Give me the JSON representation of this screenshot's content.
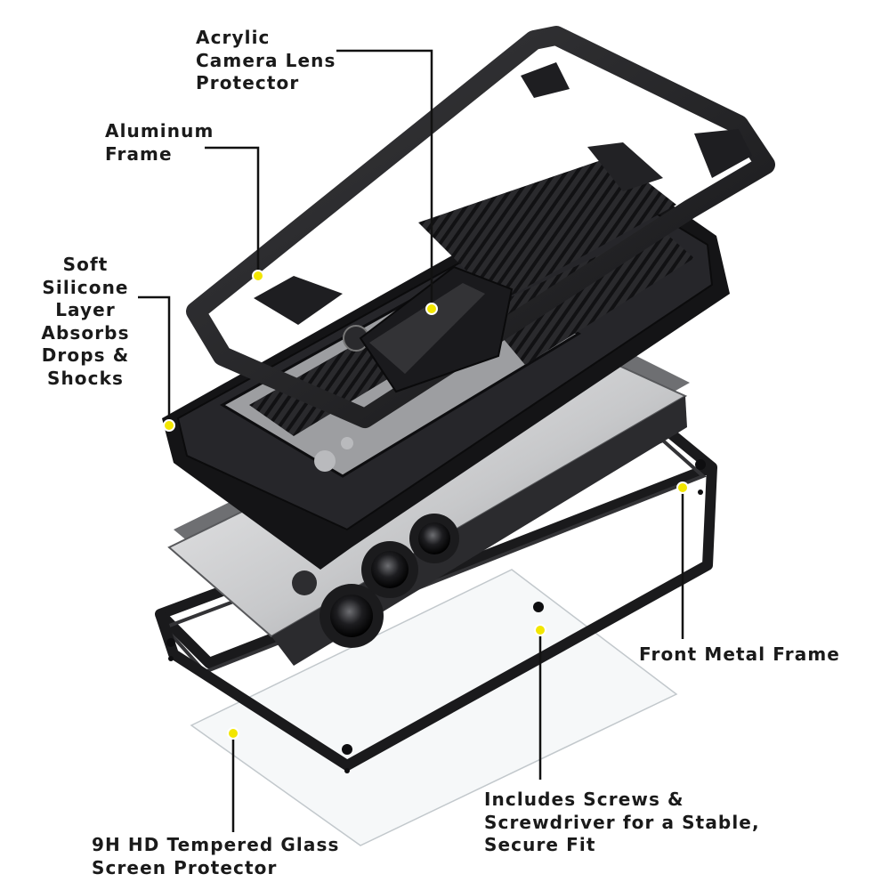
{
  "callouts": {
    "camera_lens": "Acrylic\nCamera Lens\nProtector",
    "aluminum_frame": "Aluminum\nFrame",
    "silicone_layer": "Soft Silicone\nLayer\nAbsorbs\nDrops &\nShocks",
    "front_frame": "Front Metal Frame",
    "screws": "Includes Screws &\nScrewdriver for a Stable,\nSecure Fit",
    "glass": "9H HD Tempered Glass\nScreen Protector"
  },
  "colors": {
    "text": "#1a1a1a",
    "callout_line": "#111111",
    "marker_dot": "#f2e600",
    "case_black": "#1c1c1e",
    "phone_silver": "#c9cacc"
  },
  "illustration": "exploded-view-rugged-phone-case"
}
